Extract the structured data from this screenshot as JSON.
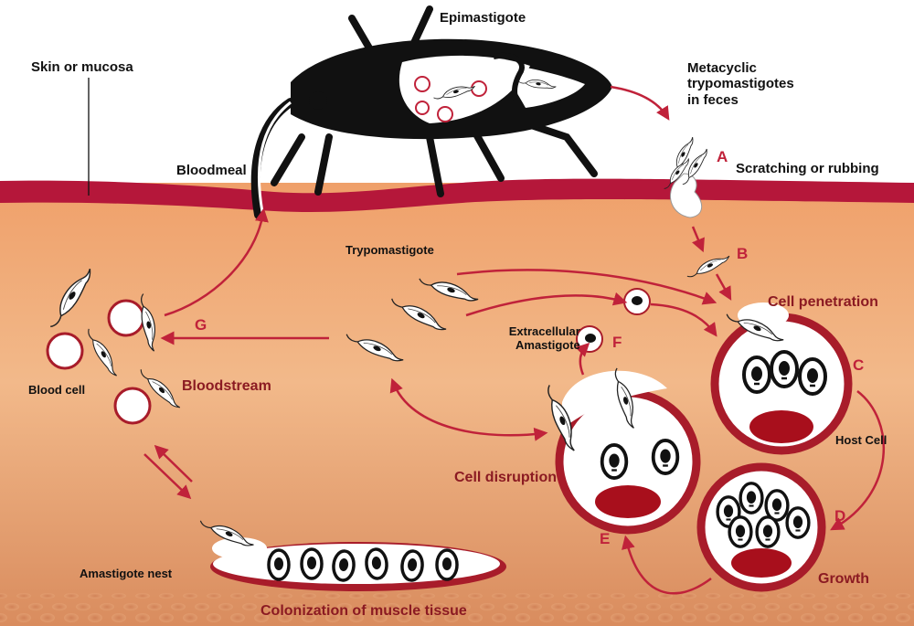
{
  "labels": {
    "epimastigote": "Epimastigote",
    "skin_or_mucosa": "Skin or mucosa",
    "metacyclic_line1": "Metacyclic",
    "metacyclic_line2": "trypomastigotes",
    "metacyclic_line3": "in feces",
    "scratching": "Scratching or rubbing",
    "bloodmeal": "Bloodmeal",
    "trypomastigote": "Trypomastigote",
    "cell_penetration": "Cell penetration",
    "extracellular_line1": "Extracellular",
    "extracellular_line2": "Amastigote",
    "blood_cell": "Blood cell",
    "bloodstream": "Bloodstream",
    "host_cell": "Host Cell",
    "cell_disruption": "Cell disruption",
    "growth": "Growth",
    "amastigote_nest": "Amastigote nest",
    "colonization": "Colonization of muscle tissue"
  },
  "steps": {
    "a": "A",
    "b": "B",
    "c": "C",
    "d": "D",
    "e": "E",
    "f": "F",
    "g": "G"
  },
  "colors": {
    "skin_band": "#b5173a",
    "tissue_light": "#efb07a",
    "tissue_dark": "#cc7a52",
    "arrow": "#c0223a",
    "cell_rim": "#a81c2a",
    "nucleus": "#8b0e16",
    "label_red": "#8b1a22",
    "step_letter": "#c0223a"
  },
  "icons": {
    "vector": "triatomine-bug-icon",
    "parasite": "trypomastigote-icon"
  }
}
